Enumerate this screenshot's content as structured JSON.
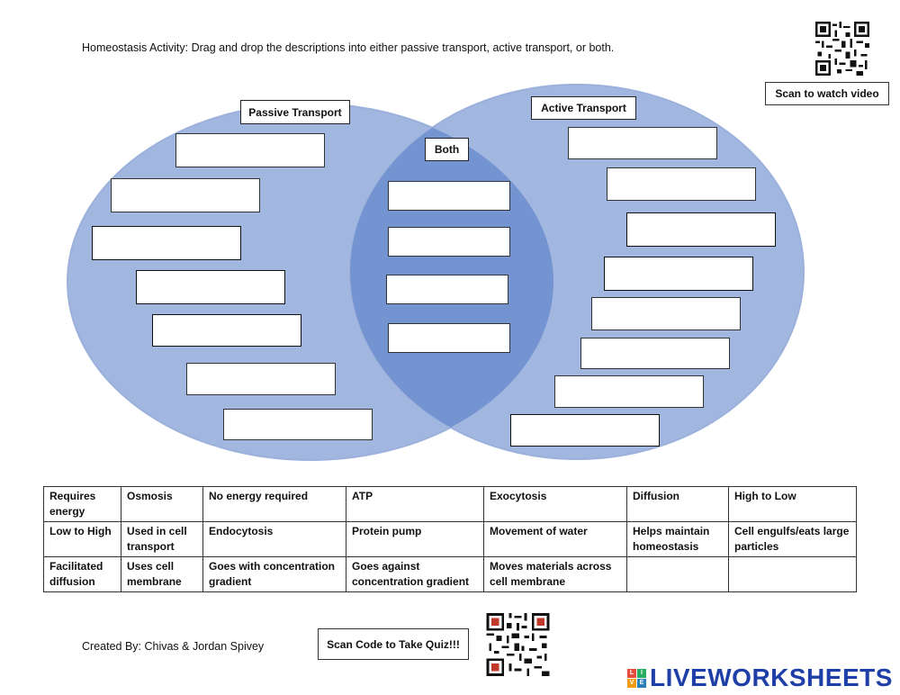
{
  "instructions": "Homeostasis Activity: Drag and drop the descriptions into either passive transport, active transport, or both.",
  "video_button": "Scan to watch video",
  "venn": {
    "left_label": "Passive Transport",
    "right_label": "Active Transport",
    "center_label": "Both",
    "colors": {
      "circle": "#a2b7df",
      "overlap": "#7393d1",
      "outline": "#9bb1db"
    }
  },
  "options": [
    [
      "Requires energy",
      "Osmosis",
      "No energy required",
      "ATP",
      "Exocytosis",
      "Diffusion",
      "High to Low"
    ],
    [
      "Low to High",
      "Used in cell transport",
      "Endocytosis",
      "Protein pump",
      "Movement of water",
      "Helps maintain homeostasis",
      "Cell engulfs/eats large particles"
    ],
    [
      "Facilitated diffusion",
      "Uses cell membrane",
      "Goes with concentration gradient",
      "Goes against concentration gradient",
      "Moves materials across cell membrane",
      "",
      ""
    ]
  ],
  "credit": "Created By: Chivas & Jordan Spivey",
  "quiz_button": "Scan Code to Take Quiz!!!",
  "brand": {
    "text": "LIVEWORKSHEETS",
    "mark_letters": [
      "L",
      "I",
      "V",
      "E"
    ],
    "mark_colors": [
      "#e74c3c",
      "#27ae60",
      "#f39c12",
      "#2980b9"
    ]
  }
}
